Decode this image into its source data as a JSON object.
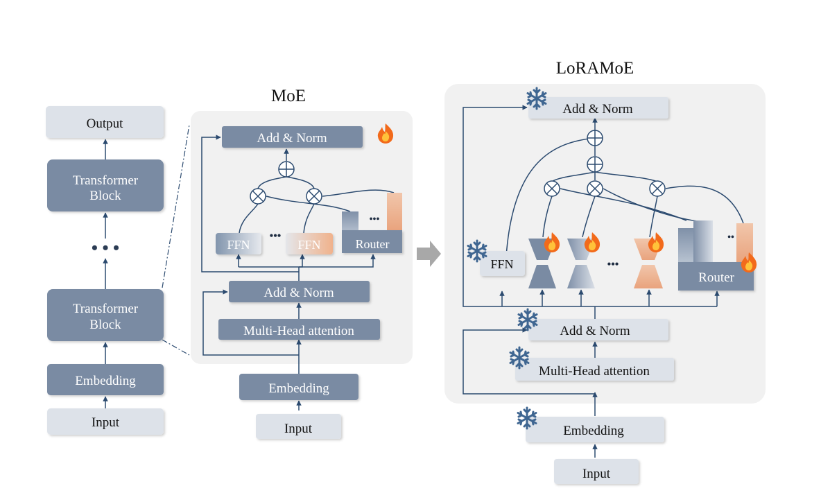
{
  "titles": {
    "moe": "MoE",
    "loramoe": "LoRAMoE"
  },
  "left": {
    "output": "Output",
    "transformer_block_top_line1": "Transformer",
    "transformer_block_top_line2": "Block",
    "ellipsis": "• • •",
    "transformer_block_bottom_line1": "Transformer",
    "transformer_block_bottom_line2": "Block",
    "embedding": "Embedding",
    "input": "Input"
  },
  "moe": {
    "add_norm_top": "Add & Norm",
    "ffn_1": "FFN",
    "ffn_dots": "•••",
    "ffn_2": "FFN",
    "router": "Router",
    "router_dots": "•••",
    "add_norm_bottom": "Add & Norm",
    "mha": "Multi-Head attention",
    "embedding": "Embedding",
    "input": "Input"
  },
  "loramoe": {
    "add_norm_top": "Add & Norm",
    "ffn": "FFN",
    "expert_dots": "•••",
    "router": "Router",
    "router_dots": "••",
    "add_norm_bottom": "Add & Norm",
    "mha": "Multi-Head attention",
    "embedding": "Embedding",
    "input": "Input"
  },
  "icons": {
    "trainable": "fire-icon",
    "frozen": "snowflake-icon"
  },
  "colors": {
    "dark_block": "#7a8ba3",
    "light_block": "#d9dee6",
    "panel": "#f1f1f1",
    "arrow": "#2b4a6f",
    "peach": "#f0b99a",
    "fire": "#f26a1b"
  }
}
